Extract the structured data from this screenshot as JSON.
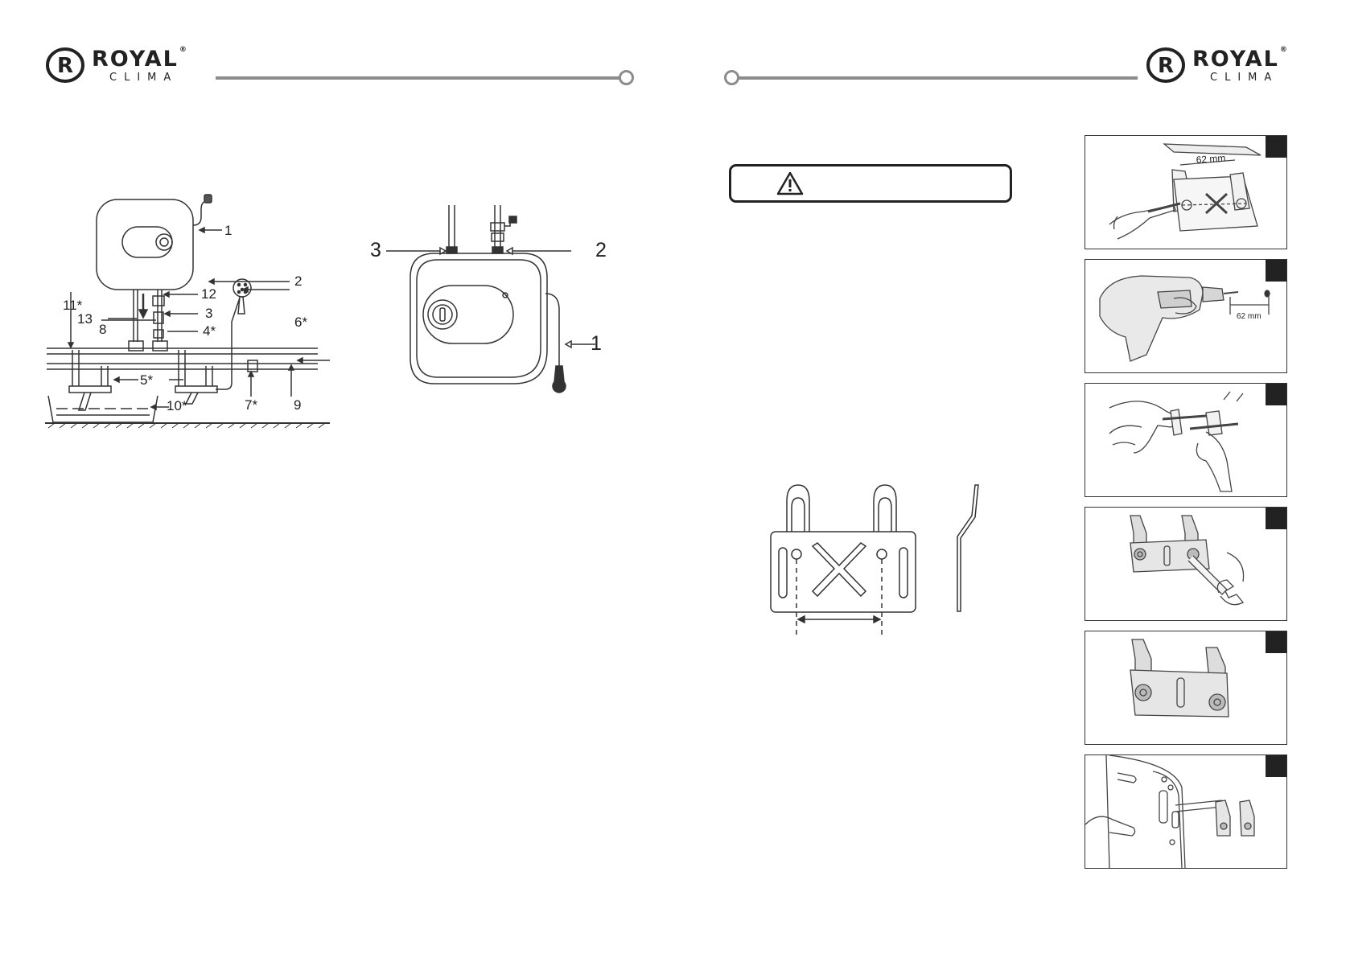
{
  "brand": {
    "name": "ROYAL",
    "sub": "CLIMA",
    "registered": "®",
    "monogram": "R",
    "color": "#222222",
    "rule_color": "#8c8c8c"
  },
  "installation_diagram": {
    "callouts": {
      "c1": "1",
      "c2": "2",
      "c3": "3",
      "c4": "4*",
      "c5": "5*",
      "c6": "6*",
      "c7": "7*",
      "c8": "8",
      "c9": "9",
      "c10": "10*",
      "c11": "11*",
      "c12": "12",
      "c13": "13"
    }
  },
  "heater_diagram": {
    "callouts": {
      "c1": "1",
      "c2": "2",
      "c3": "3"
    }
  },
  "warning": {
    "icon": "warning-triangle-icon"
  },
  "mounting_steps": {
    "step1_dimension": "62 mm",
    "step2_dimension": "62 mm"
  }
}
